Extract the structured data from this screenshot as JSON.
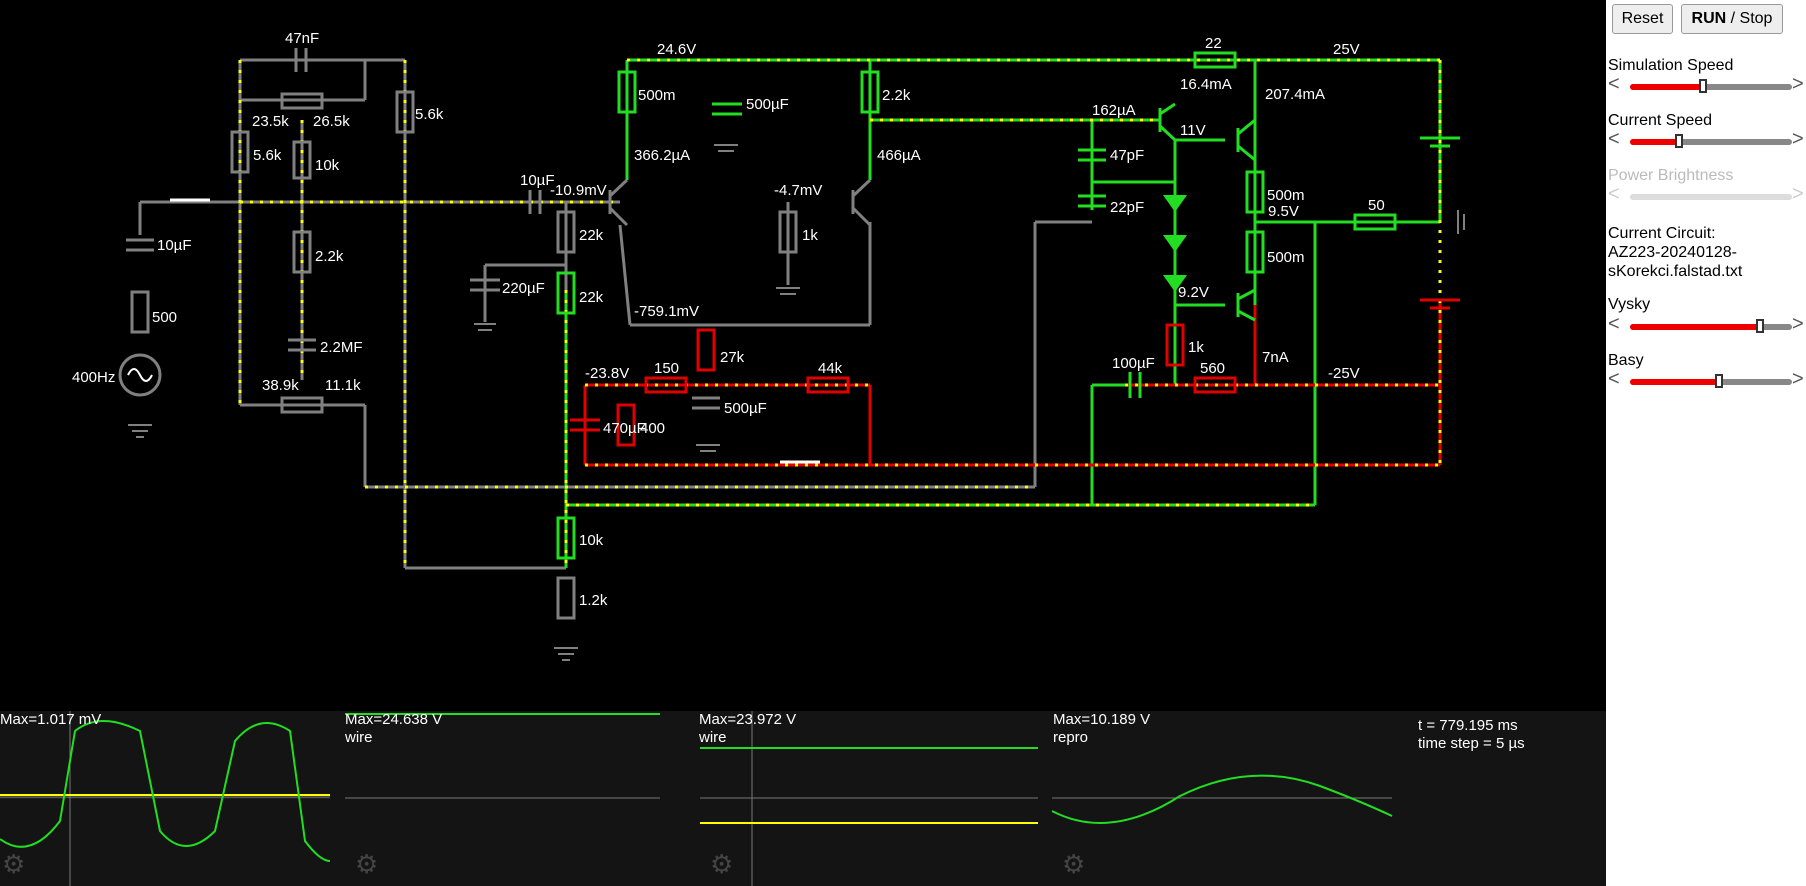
{
  "sidebar": {
    "reset_label": "Reset",
    "run_label": "RUN",
    "stop_label": " / Stop",
    "sliders": [
      {
        "label": "Simulation Speed",
        "value": 0.45,
        "enabled": true
      },
      {
        "label": "Current Speed",
        "value": 0.3,
        "enabled": true
      },
      {
        "label": "Power Brightness",
        "value": 0.5,
        "enabled": false
      },
      {
        "label": "Vysky",
        "value": 0.8,
        "enabled": true
      },
      {
        "label": "Basy",
        "value": 0.55,
        "enabled": true
      }
    ],
    "circuit_title": "Current Circuit:",
    "circuit_name_line1": "AZ223-20240128-",
    "circuit_name_line2": "sKorekci.falstad.txt"
  },
  "circuit_labels": {
    "c47nF": "47nF",
    "r56k_a": "5.6k",
    "r56k_b": "5.6k",
    "pot235": "23.5k",
    "pot265": "26.5k",
    "r10k_a": "10k",
    "c10uF_in": "10µF",
    "r500_in": "500",
    "freq": "400Hz",
    "r22k_a": "2.2k",
    "c22MF": "2.2MF",
    "pot389": "38.9k",
    "pot111": "11.1k",
    "v246": "24.6V",
    "r500m_a": "500m",
    "c500uF_a": "500µF",
    "r22k_b": "2.2k",
    "i3662": "366.2µA",
    "c10uF_b": "10µF",
    "v109": "-10.9mV",
    "r22k_c": "22k",
    "c220uF": "220µF",
    "r22k_d": "22k",
    "v47": "-4.7mV",
    "r1k_a": "1k",
    "i466": "466µA",
    "v7591": "-759.1mV",
    "v238": "-23.8V",
    "r150": "150",
    "r27k": "27k",
    "r44k": "44k",
    "c470": "470µF",
    "r400": "400",
    "c500uF_b": "500µF",
    "r10k_b": "10k",
    "r12k": "1.2k",
    "i162": "162µA",
    "c47pF": "47pF",
    "c22pF": "22pF",
    "r22": "22",
    "i164": "16.4mA",
    "v11": "11V",
    "i2074": "207.4mA",
    "r500m_b": "500m",
    "v95": "9.5V",
    "r500m_c": "500m",
    "v92": "9.2V",
    "r1k_b": "1k",
    "c100uF": "100µF",
    "r560": "560",
    "i7n": "7nA",
    "v25": "25V",
    "vm25": "-25V",
    "r50": "50"
  },
  "scopes": [
    {
      "max_label": "Max=1.017 mV",
      "name": ""
    },
    {
      "max_label": "Max=24.638 V",
      "name": "wire"
    },
    {
      "max_label": "Max=23.972 V",
      "name": "wire"
    },
    {
      "max_label": "Max=10.189 V",
      "name": "repro"
    }
  ],
  "time_info": {
    "t": "t = 779.195 ms",
    "step": "time step = 5 µs"
  },
  "colors": {
    "green": "#22dd22",
    "gray": "#808080",
    "red": "#e00000",
    "yellow": "#ffff00"
  }
}
